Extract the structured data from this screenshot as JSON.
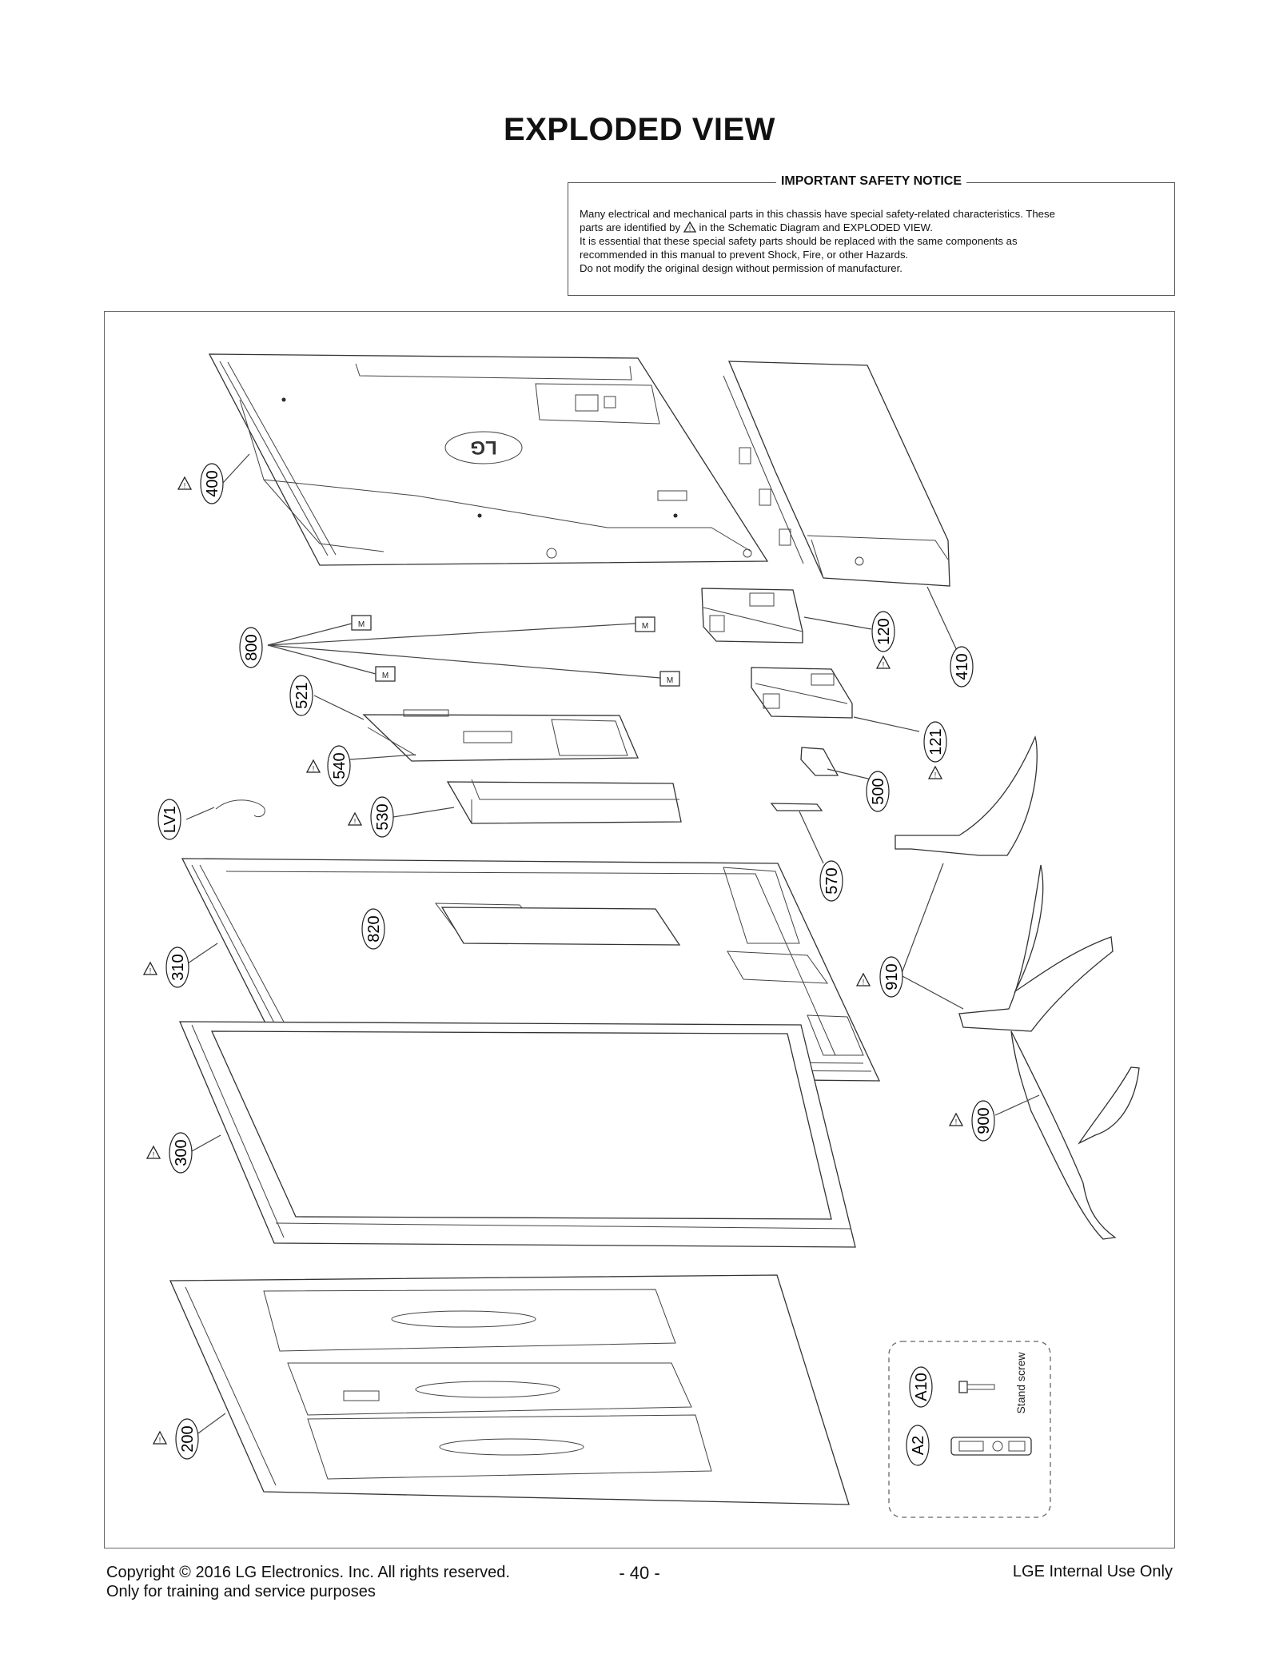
{
  "page": {
    "title": "EXPLODED VIEW"
  },
  "notice": {
    "title": "IMPORTANT SAFETY NOTICE",
    "line1": "Many electrical and mechanical parts in this chassis have special safety-related characteristics. These",
    "line2_a": "parts are identified by",
    "line2_b": "in the Schematic Diagram and EXPLODED VIEW.",
    "line3": "It is essential that these special safety parts should be replaced with the same components as",
    "line4": "recommended in this manual to prevent Shock, Fire, or other Hazards.",
    "line5": "Do not modify the original design without permission of manufacturer."
  },
  "callouts": {
    "c400": "400",
    "c410": "410",
    "c120": "120",
    "c121": "121",
    "c800": "800",
    "c521": "521",
    "c540": "540",
    "c530": "530",
    "c500": "500",
    "c570": "570",
    "cLV1": "LV1",
    "c820": "820",
    "c310": "310",
    "c910": "910",
    "c900": "900",
    "c300": "300",
    "c200": "200",
    "cA10": "A10",
    "cA2": "A2"
  },
  "accessories": {
    "stand_screw_label": "Stand screw"
  },
  "part_logo": "LG",
  "footer": {
    "copyright": "Copyright  © 2016 LG Electronics. Inc. All rights reserved.",
    "purpose": "Only for training and service purposes",
    "page_number": "- 40 -",
    "internal": "LGE Internal Use Only"
  }
}
